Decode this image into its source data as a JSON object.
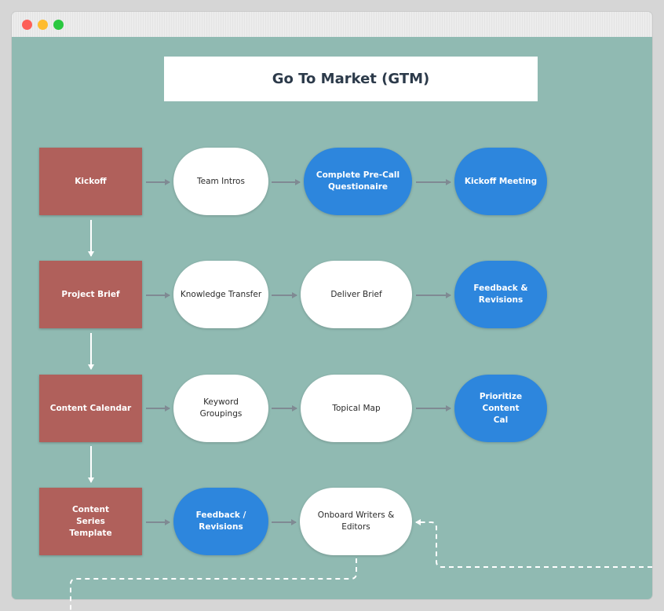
{
  "title": "Go To Market (GTM)",
  "rows": [
    {
      "phase": "Kickoff",
      "steps": [
        {
          "label": "Team Intros",
          "style": "white"
        },
        {
          "label": "Complete Pre-Call\nQuestionaire",
          "style": "blue"
        },
        {
          "label": "Kickoff Meeting",
          "style": "blue"
        }
      ]
    },
    {
      "phase": "Project Brief",
      "steps": [
        {
          "label": "Knowledge Transfer",
          "style": "white"
        },
        {
          "label": "Deliver Brief",
          "style": "white"
        },
        {
          "label": "Feedback & Revisions",
          "style": "blue"
        }
      ]
    },
    {
      "phase": "Content Calendar",
      "steps": [
        {
          "label": "Keyword\nGroupings",
          "style": "white"
        },
        {
          "label": "Topical Map",
          "style": "white"
        },
        {
          "label": "Prioritize Content\nCal",
          "style": "blue"
        }
      ]
    },
    {
      "phase": "Content\nSeries\nTemplate",
      "steps": [
        {
          "label": "Feedback / Revisions",
          "style": "blue"
        },
        {
          "label": "Onboard Writers & Editors",
          "style": "white"
        }
      ]
    }
  ],
  "colors": {
    "canvas": "#90bab2",
    "phase_box": "#b0605b",
    "blue_step": "#2d86dd",
    "white_step": "#ffffff",
    "arrow": "#7f8a93"
  }
}
